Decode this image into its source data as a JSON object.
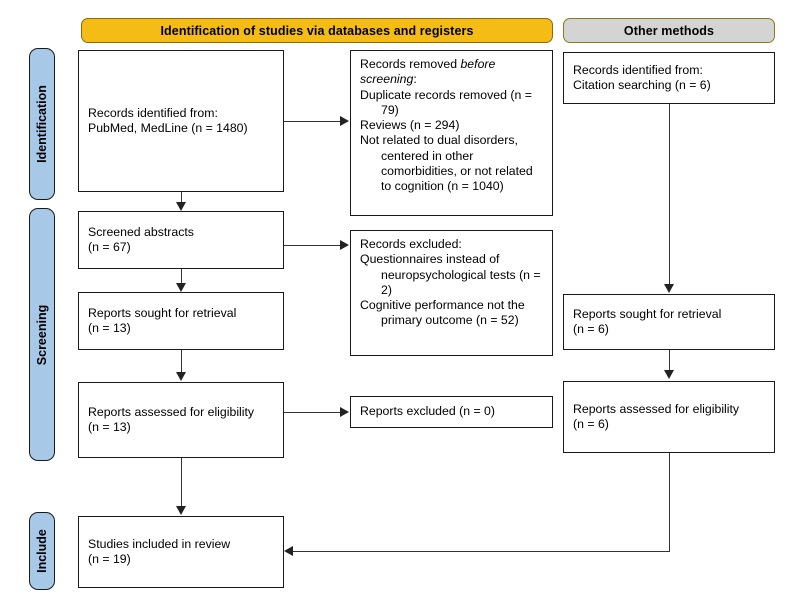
{
  "banners": {
    "identification": "Identification of studies via databases and registers",
    "other_methods": "Other methods"
  },
  "phases": {
    "identification": "Identification",
    "screening": "Screening",
    "include": "Include"
  },
  "boxes": {
    "records_identified": {
      "line1": "Records identified from:",
      "line2": "PubMed, MedLine (n = 1480)"
    },
    "records_removed": {
      "heading_pre": "Records removed ",
      "heading_italic": "before screening",
      "heading_post": ":",
      "item1": "Duplicate records removed (n = 79)",
      "item2": "Reviews (n = 294)",
      "item3": "Not related to dual disorders, centered in other comorbidities, or not related to cognition (n = 1040)"
    },
    "citation_searching": {
      "line1": "Records identified from:",
      "line2": "Citation searching (n = 6)"
    },
    "screened_abstracts": {
      "line1": "Screened abstracts",
      "line2": "(n = 67)"
    },
    "records_excluded": {
      "heading": "Records excluded:",
      "item1": "Questionnaires instead of neuropsychological tests (n = 2)",
      "item2": "Cognitive performance not the primary outcome (n = 52)"
    },
    "sought_left": {
      "line1": "Reports sought for retrieval",
      "line2": "(n = 13)"
    },
    "sought_right": {
      "line1": "Reports sought for retrieval",
      "line2": "(n = 6)"
    },
    "assessed_left": {
      "line1": "Reports assessed for eligibility",
      "line2": "(n = 13)"
    },
    "assessed_right": {
      "line1": "Reports assessed for eligibility",
      "line2": "(n = 6)"
    },
    "reports_excluded": {
      "line1": "Reports excluded (n = 0)"
    },
    "studies_included": {
      "line1": "Studies included in review",
      "line2": "(n = 19)"
    }
  },
  "colors": {
    "banner_identification_fill": "#F5BC16",
    "banner_identification_border": "#8C6A10",
    "banner_other_fill": "#D4D4D4",
    "banner_other_border": "#8C7A18",
    "phase_fill": "#A8C8E8",
    "phase_border": "#1A1A1A",
    "box_border": "#1A1A1A",
    "connector": "#333333"
  }
}
